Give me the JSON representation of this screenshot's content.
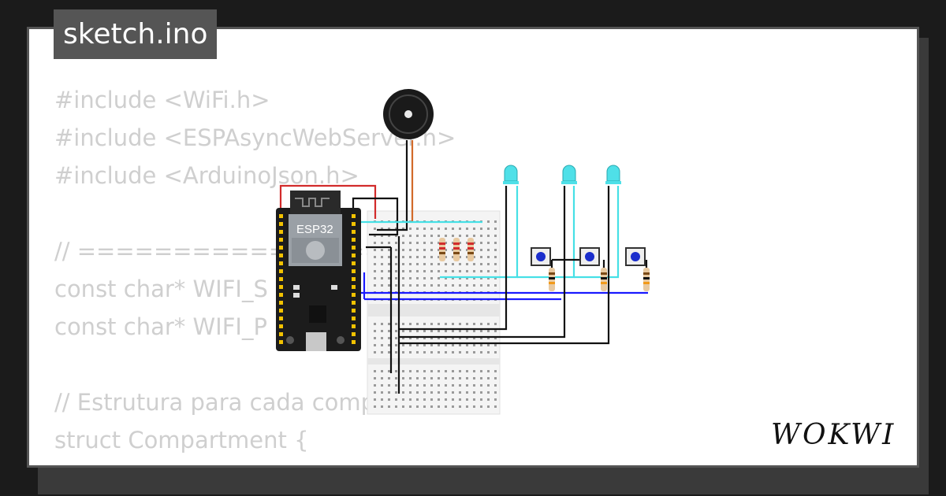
{
  "header": {
    "title": "sketch.ino"
  },
  "code": {
    "lines": [
      "#include <WiFi.h>",
      "#include <ESPAsyncWebServer.h>",
      "#include <ArduinoJson.h>",
      "",
      "// ================",
      "const char* WIFI_S",
      "const char* WIFI_P",
      "",
      "// Estrutura para cada comp",
      "struct Compartment {"
    ]
  },
  "board": {
    "label": "ESP32"
  },
  "brand": {
    "logo": "WOKWI"
  },
  "colors": {
    "background": "#1b1b1b",
    "card": "#ffffff",
    "tag": "#555555",
    "code": "#cfcfcf",
    "wire_cyan": "#46e0e6",
    "wire_blue": "#1a1aff"
  }
}
